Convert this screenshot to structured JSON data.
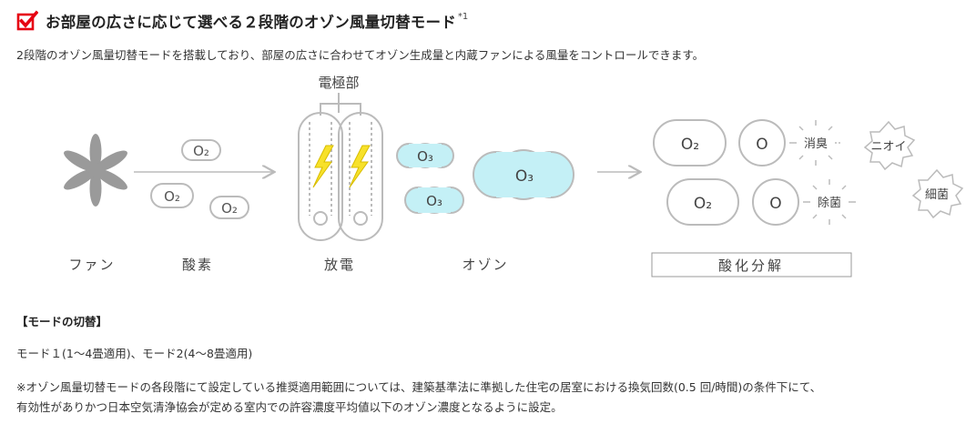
{
  "heading": {
    "title": "お部屋の広さに応じて選べる２段階のオゾン風量切替モード",
    "note": "*1",
    "icon": "checkbox-check-icon",
    "accent": "#e60012"
  },
  "intro": "2段階のオゾン風量切替モードを搭載しており、部屋の広さに合わせてオゾン生成量と内蔵ファンによる風量をコントロールできます。",
  "diagram": {
    "electrode_label": "電極部",
    "o2": "O₂",
    "o3": "O₃",
    "o": "O",
    "deodorize": "消臭",
    "sterilize": "除菌",
    "odor": "ニオイ",
    "bacteria": "細菌",
    "steps": {
      "fan": "ファン",
      "oxygen": "酸素",
      "discharge": "放電",
      "ozone": "オゾン",
      "decomposition": "酸化分解"
    },
    "colors": {
      "ozone_fill": "#c4f0f6",
      "stroke": "#bbbbbb",
      "lightning": "#f7e12a"
    }
  },
  "mode": {
    "heading": "【モードの切替】",
    "description": "モード１(1〜4畳適用)、モード2(4〜8畳適用)"
  },
  "note": {
    "line1": "※オゾン風量切替モードの各段階にて設定している推奨適用範囲については、建築基準法に準拠した住宅の居室における換気回数(0.5 回/時間)の条件下にて、",
    "line2": "有効性がありかつ日本空気清浄協会が定める室内での許容濃度平均値以下のオゾン濃度となるように設定。"
  }
}
